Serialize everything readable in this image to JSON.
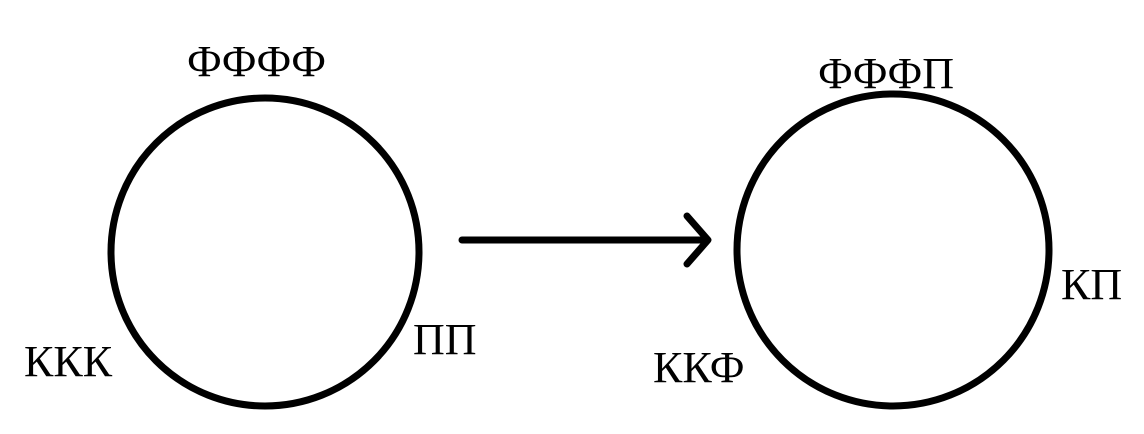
{
  "left_ring": {
    "top_label": "ФФФФ",
    "bottom_left_label": "ККК",
    "bottom_right_label": "ПП"
  },
  "right_ring": {
    "top_label": "ФФФП",
    "right_label": "КП",
    "bottom_left_label": "ККФ"
  },
  "colors": {
    "stroke": "#000000",
    "background": "#ffffff"
  }
}
